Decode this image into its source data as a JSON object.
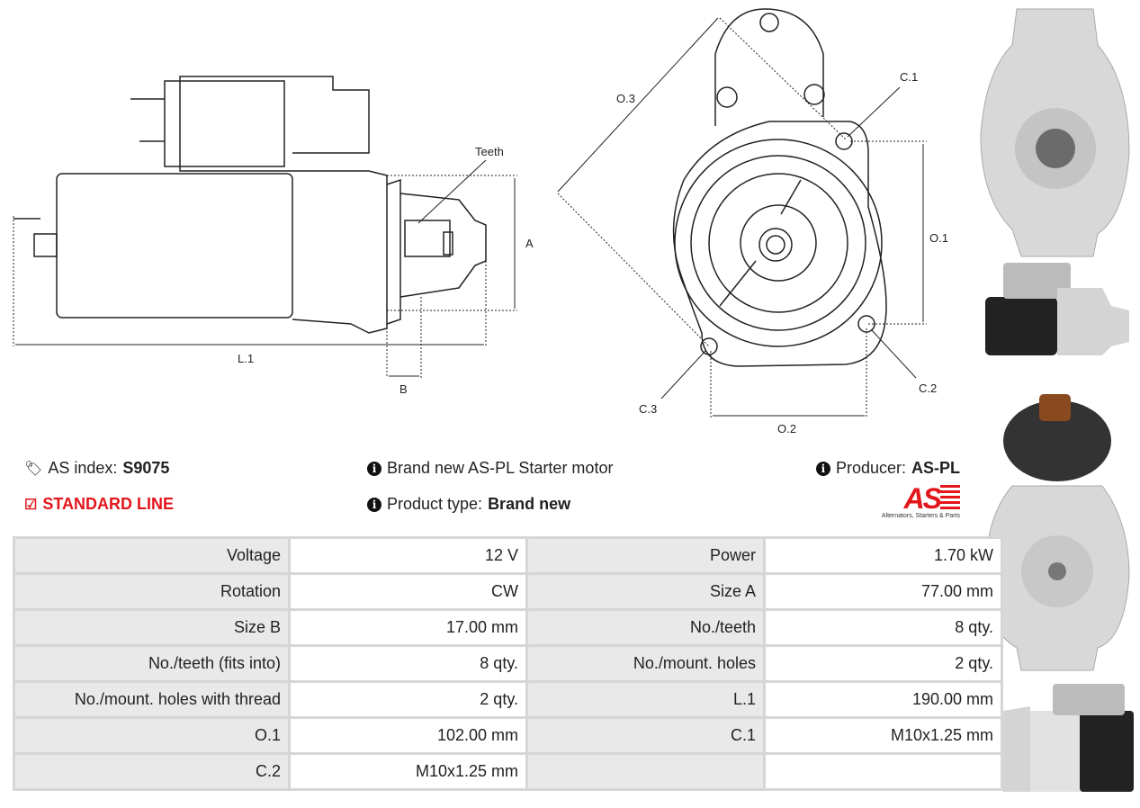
{
  "drawing": {
    "teeth": "Teeth",
    "a": "A",
    "l1": "L.1",
    "b": "B",
    "o3": "O.3",
    "c1": "C.1",
    "o1": "O.1",
    "c2": "C.2",
    "c3": "C.3",
    "o2": "O.2"
  },
  "info": {
    "as_index_label": "AS index:",
    "as_index_value": "S9075",
    "standard_line": "STANDARD LINE",
    "description": "Brand new AS-PL Starter motor",
    "product_type_label": "Product type:",
    "product_type_value": "Brand new",
    "producer_label": "Producer:",
    "producer_value": "AS-PL",
    "logo_text": "AS",
    "logo_tagline": "Alternators, Starters & Parts"
  },
  "colors": {
    "accent": "#e3161b",
    "label_bg": "#e9e9e9",
    "border": "#d6d6d6"
  },
  "specs": [
    [
      "Voltage",
      "12 V",
      "Power",
      "1.70 kW"
    ],
    [
      "Rotation",
      "CW",
      "Size A",
      "77.00 mm"
    ],
    [
      "Size B",
      "17.00 mm",
      "No./teeth",
      "8 qty."
    ],
    [
      "No./teeth (fits into)",
      "8 qty.",
      "No./mount. holes",
      "2 qty."
    ],
    [
      "No./mount. holes with thread",
      "2 qty.",
      "L.1",
      "190.00 mm"
    ],
    [
      "O.1",
      "102.00 mm",
      "C.1",
      "M10x1.25 mm"
    ],
    [
      "C.2",
      "M10x1.25 mm",
      "",
      ""
    ]
  ]
}
